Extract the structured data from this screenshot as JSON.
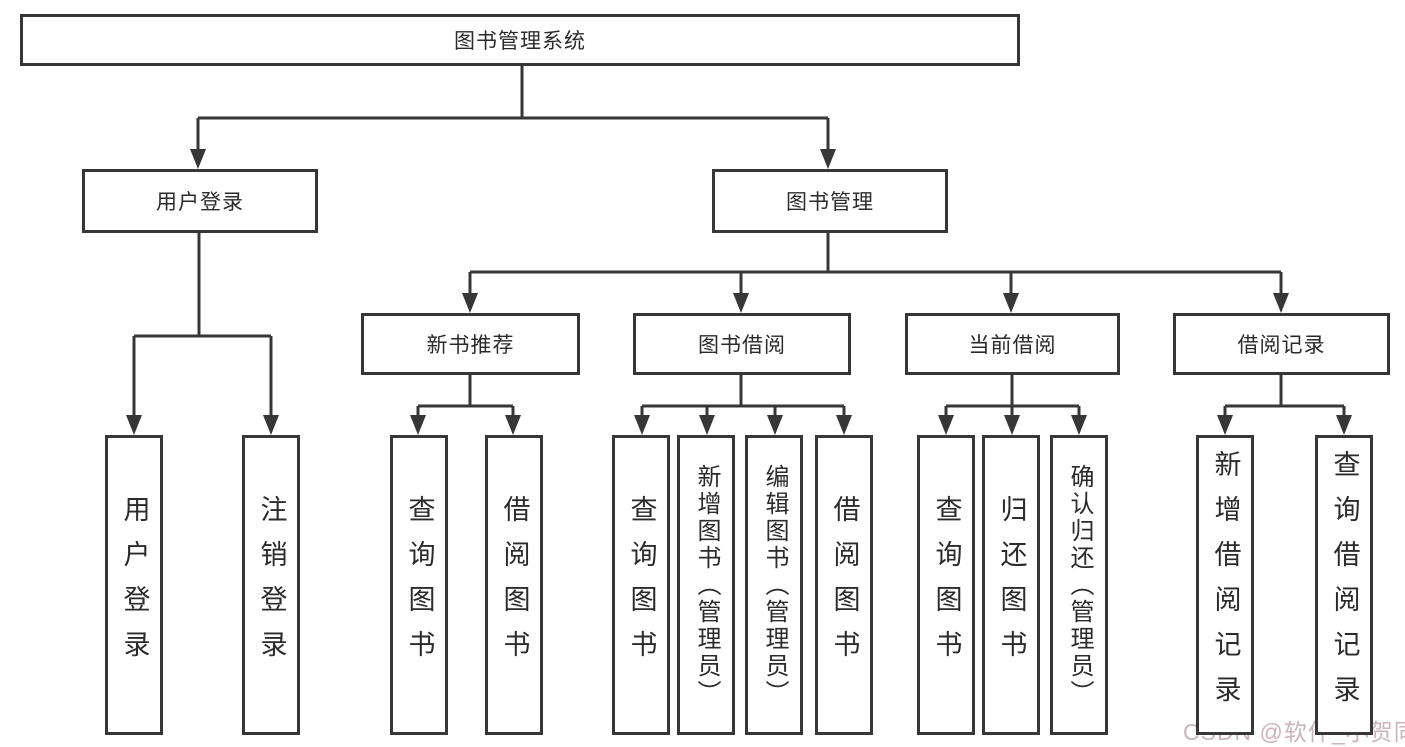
{
  "tree": {
    "root": {
      "label": "图书管理系统"
    },
    "branches": {
      "user_login": {
        "label": "用户登录",
        "children": [
          {
            "label": "用户登录"
          },
          {
            "label": "注销登录"
          }
        ]
      },
      "book_mgmt": {
        "label": "图书管理",
        "sections": [
          {
            "label": "新书推荐",
            "children": [
              {
                "label": "查询图书"
              },
              {
                "label": "借阅图书"
              }
            ]
          },
          {
            "label": "图书借阅",
            "children": [
              {
                "label": "查询图书"
              },
              {
                "label": "新增图书（管理员）"
              },
              {
                "label": "编辑图书（管理员）"
              },
              {
                "label": "借阅图书"
              }
            ]
          },
          {
            "label": "当前借阅",
            "children": [
              {
                "label": "查询图书"
              },
              {
                "label": "归还图书"
              },
              {
                "label": "确认归还（管理员）"
              }
            ]
          },
          {
            "label": "借阅记录",
            "children": [
              {
                "label": "新增借阅记录"
              },
              {
                "label": "查询借阅记录"
              }
            ]
          }
        ]
      }
    }
  },
  "watermark": {
    "text": "CSDN @软件_小贺同学"
  },
  "colors": {
    "line": "#373737",
    "text": "#2b2b2b",
    "watermark": "#cdb3ba",
    "background": "#ffffff"
  }
}
